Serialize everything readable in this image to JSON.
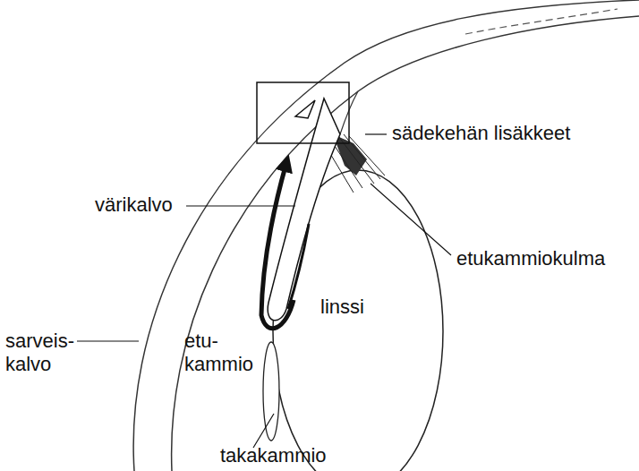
{
  "diagram": {
    "labels": [
      "sädekehän lisäkkeet",
      "värikalvo",
      "etukammiokulma",
      "sarveis- kalvo",
      "etu- kammio",
      "linssi",
      "takakammio"
    ]
  }
}
